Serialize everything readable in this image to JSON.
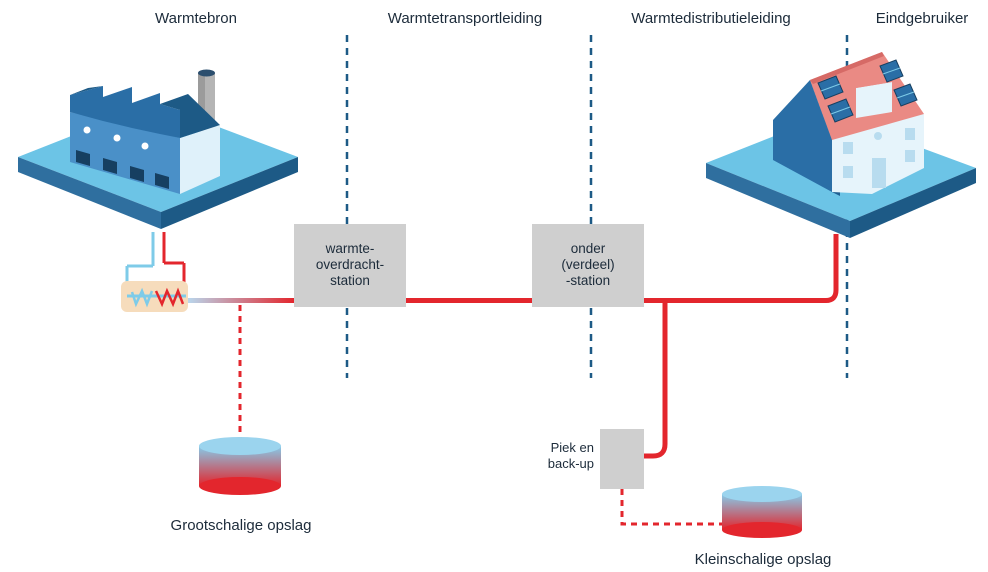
{
  "columns": {
    "source": "Warmtebron",
    "transport": "Warmtetransportleiding",
    "distribution": "Warmtedistributieleiding",
    "end_user": "Eindgebruiker"
  },
  "stations": {
    "transfer": [
      "warmte-",
      "overdracht-",
      "station"
    ],
    "substation": [
      "onder",
      "(verdeel)",
      "-station"
    ]
  },
  "peak": [
    "Piek en",
    "back-up"
  ],
  "storage": {
    "large": "Grootschalige opslag",
    "small": "Kleinschalige opslag"
  },
  "colors": {
    "pipe_hot": "#e3262d",
    "pipe_cold": "#7ecbe8",
    "divider": "#1d5a86",
    "station_fill": "#cfcfcf",
    "platform_top": "#6cc4e6",
    "platform_side": "#1d5a86"
  }
}
